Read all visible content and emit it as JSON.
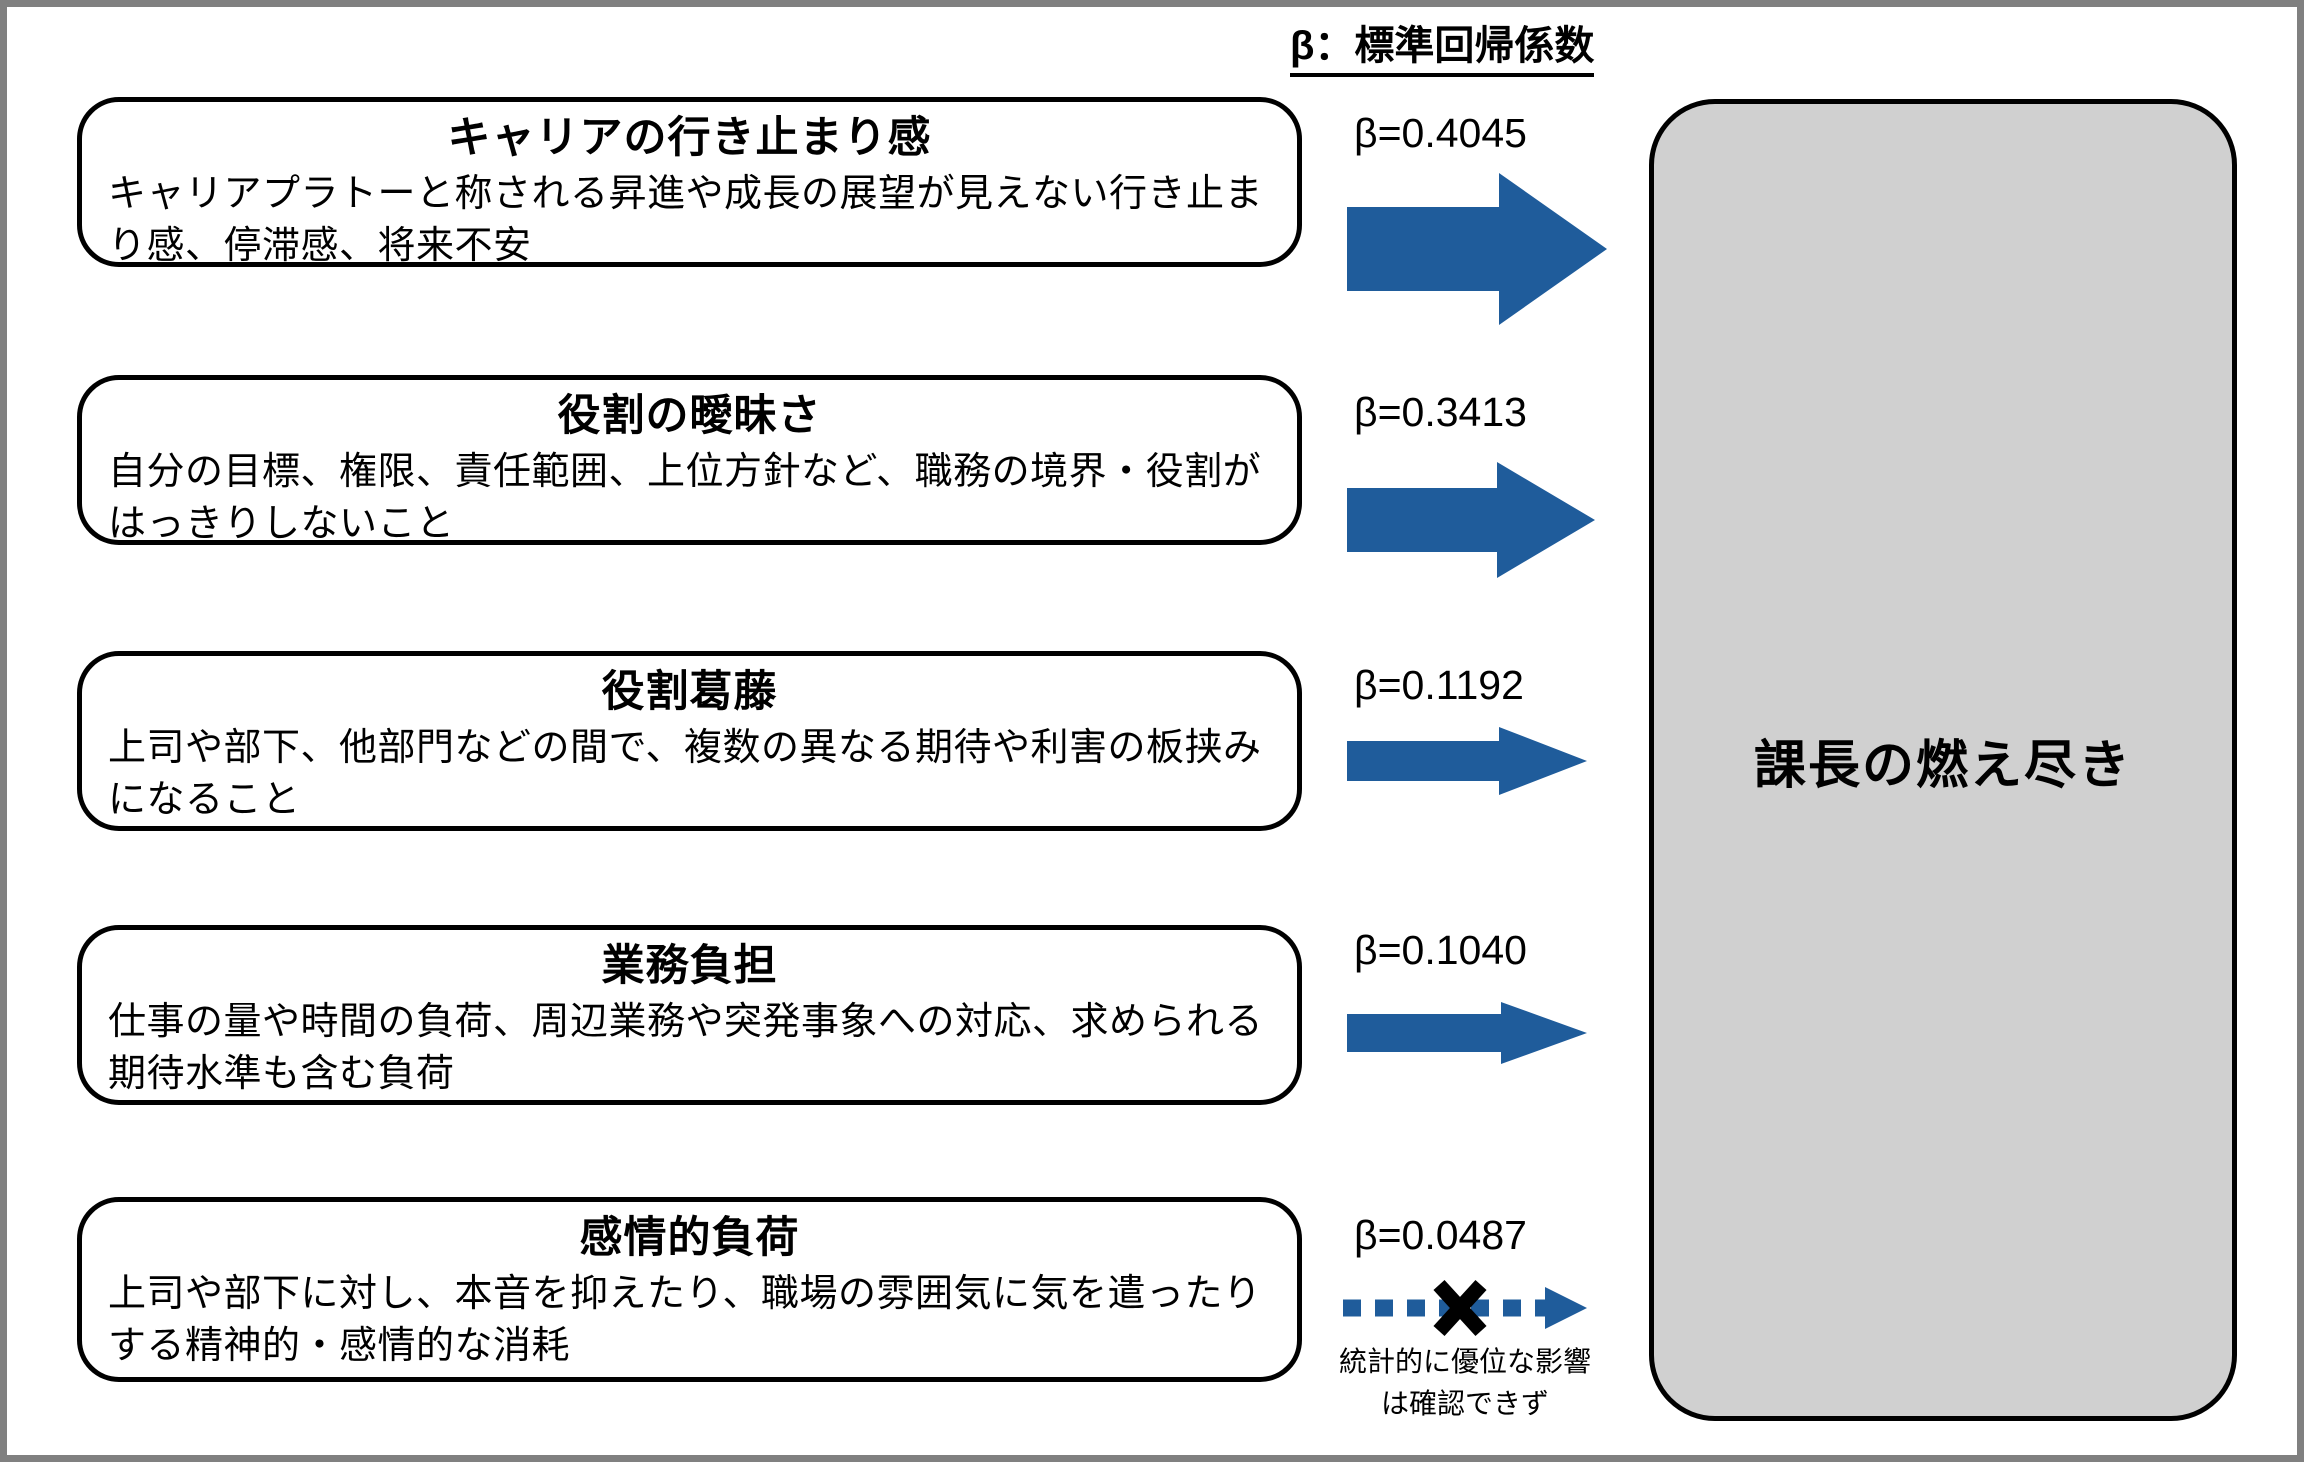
{
  "legend": {
    "title": "β：標準回帰係数"
  },
  "colors": {
    "arrow_blue": "#1f5c9b",
    "outcome_fill": "#d0d0d0",
    "frame_gray": "#808080",
    "stroke_black": "#000000"
  },
  "outcome": {
    "title": "課長の燃え尽き"
  },
  "factors": [
    {
      "title": "キャリアの行き止まり感",
      "desc": "キャリアプラトーと称される昇進や成長の展望が見えない行き止まり感、停滞感、将来不安",
      "beta_label": "β=0.4045",
      "beta": 0.4045,
      "significant": true
    },
    {
      "title": "役割の曖昧さ",
      "desc": "自分の目標、権限、責任範囲、上位方針など、職務の境界・役割がはっきりしないこと",
      "beta_label": "β=0.3413",
      "beta": 0.3413,
      "significant": true
    },
    {
      "title": "役割葛藤",
      "desc": "上司や部下、他部門などの間で、複数の異なる期待や利害の板挟みになること",
      "beta_label": "β=0.1192",
      "beta": 0.1192,
      "significant": true
    },
    {
      "title": "業務負担",
      "desc": "仕事の量や時間の負荷、周辺業務や突発事象への対応、求められる期待水準も含む負荷",
      "beta_label": "β=0.1040",
      "beta": 0.104,
      "significant": true
    },
    {
      "title": "感情的負荷",
      "desc": "上司や部下に対し、本音を抑えたり、職場の雰囲気に気を遣ったりする精神的・感情的な消耗",
      "beta_label": "β=0.0487",
      "beta": 0.0487,
      "significant": false,
      "note_line1": "統計的に優位な影響",
      "note_line2": "は確認できず"
    }
  ],
  "chart_data": {
    "type": "diagram",
    "title": "β：標準回帰係数",
    "target": "課長の燃え尽き",
    "categories": [
      "キャリアの行き止まり感",
      "役割の曖昧さ",
      "役割葛藤",
      "業務負担",
      "感情的負荷"
    ],
    "values": [
      0.4045,
      0.3413,
      0.1192,
      0.104,
      0.0487
    ],
    "significance": [
      true,
      true,
      true,
      true,
      false
    ],
    "xlabel": "標準回帰係数 β",
    "ylabel": "",
    "annotations": [
      "統計的に優位な影響は確認できず"
    ]
  }
}
